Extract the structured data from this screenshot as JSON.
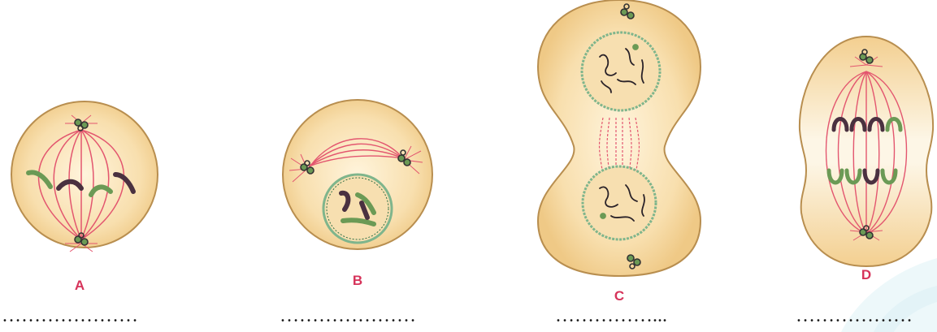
{
  "figures": [
    {
      "label": "A",
      "answer_blank": "…………………"
    },
    {
      "label": "B",
      "answer_blank": "…………………"
    },
    {
      "label": "C",
      "answer_blank": "……………..."
    },
    {
      "label": "D",
      "answer_blank": "………………"
    }
  ],
  "colors": {
    "cytoplasm": "#f8dfae",
    "cell_outline": "#b88e4f",
    "spindle": "#e3566f",
    "chromosome_green": "#6b9a55",
    "chromosome_dark": "#4a3140",
    "nuclear_envelope": "#7fb58c",
    "label": "#d6335a",
    "watermark": "#dff3f7"
  }
}
